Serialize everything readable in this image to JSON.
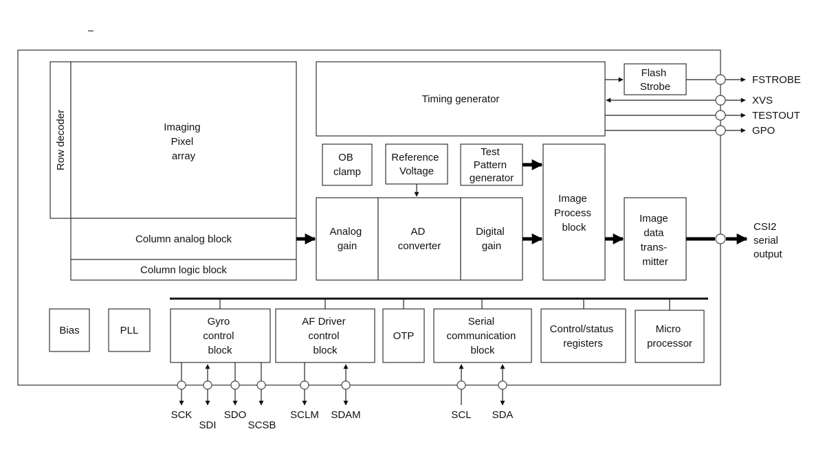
{
  "blocks": {
    "row_decoder": "Row decoder",
    "pixel_array": [
      "Imaging",
      "Pixel",
      "array"
    ],
    "column_analog": "Column analog block",
    "column_logic": "Column logic block",
    "timing_generator": "Timing generator",
    "flash_strobe": [
      "Flash",
      "Strobe"
    ],
    "ob_clamp": [
      "OB",
      "clamp"
    ],
    "reference_voltage": [
      "Reference",
      "Voltage"
    ],
    "test_pattern": [
      "Test",
      "Pattern",
      "generator"
    ],
    "analog_gain": [
      "Analog",
      "gain"
    ],
    "ad_converter": [
      "AD",
      "converter"
    ],
    "digital_gain": [
      "Digital",
      "gain"
    ],
    "image_process": [
      "Image",
      "Process",
      "block"
    ],
    "image_data_transmitter": [
      "Image",
      "data",
      "trans-",
      "mitter"
    ],
    "bias": "Bias",
    "pll": "PLL",
    "gyro_control": [
      "Gyro",
      "control",
      "block"
    ],
    "af_driver": [
      "AF Driver",
      "control",
      "block"
    ],
    "otp": "OTP",
    "serial_comm": [
      "Serial",
      "communication",
      "block"
    ],
    "control_status": [
      "Control/status",
      "registers"
    ],
    "micro_processor": [
      "Micro",
      "processor"
    ]
  },
  "outputs": {
    "fstrobe": "FSTROBE",
    "xvs": "XVS",
    "testout": "TESTOUT",
    "gpo": "GPO",
    "csi2": [
      "CSI2",
      "serial",
      "output"
    ]
  },
  "pins": {
    "sck": "SCK",
    "sdi": "SDI",
    "sdo": "SDO",
    "scsb": "SCSB",
    "sclm": "SCLM",
    "sdam": "SDAM",
    "scl": "SCL",
    "sda": "SDA"
  }
}
